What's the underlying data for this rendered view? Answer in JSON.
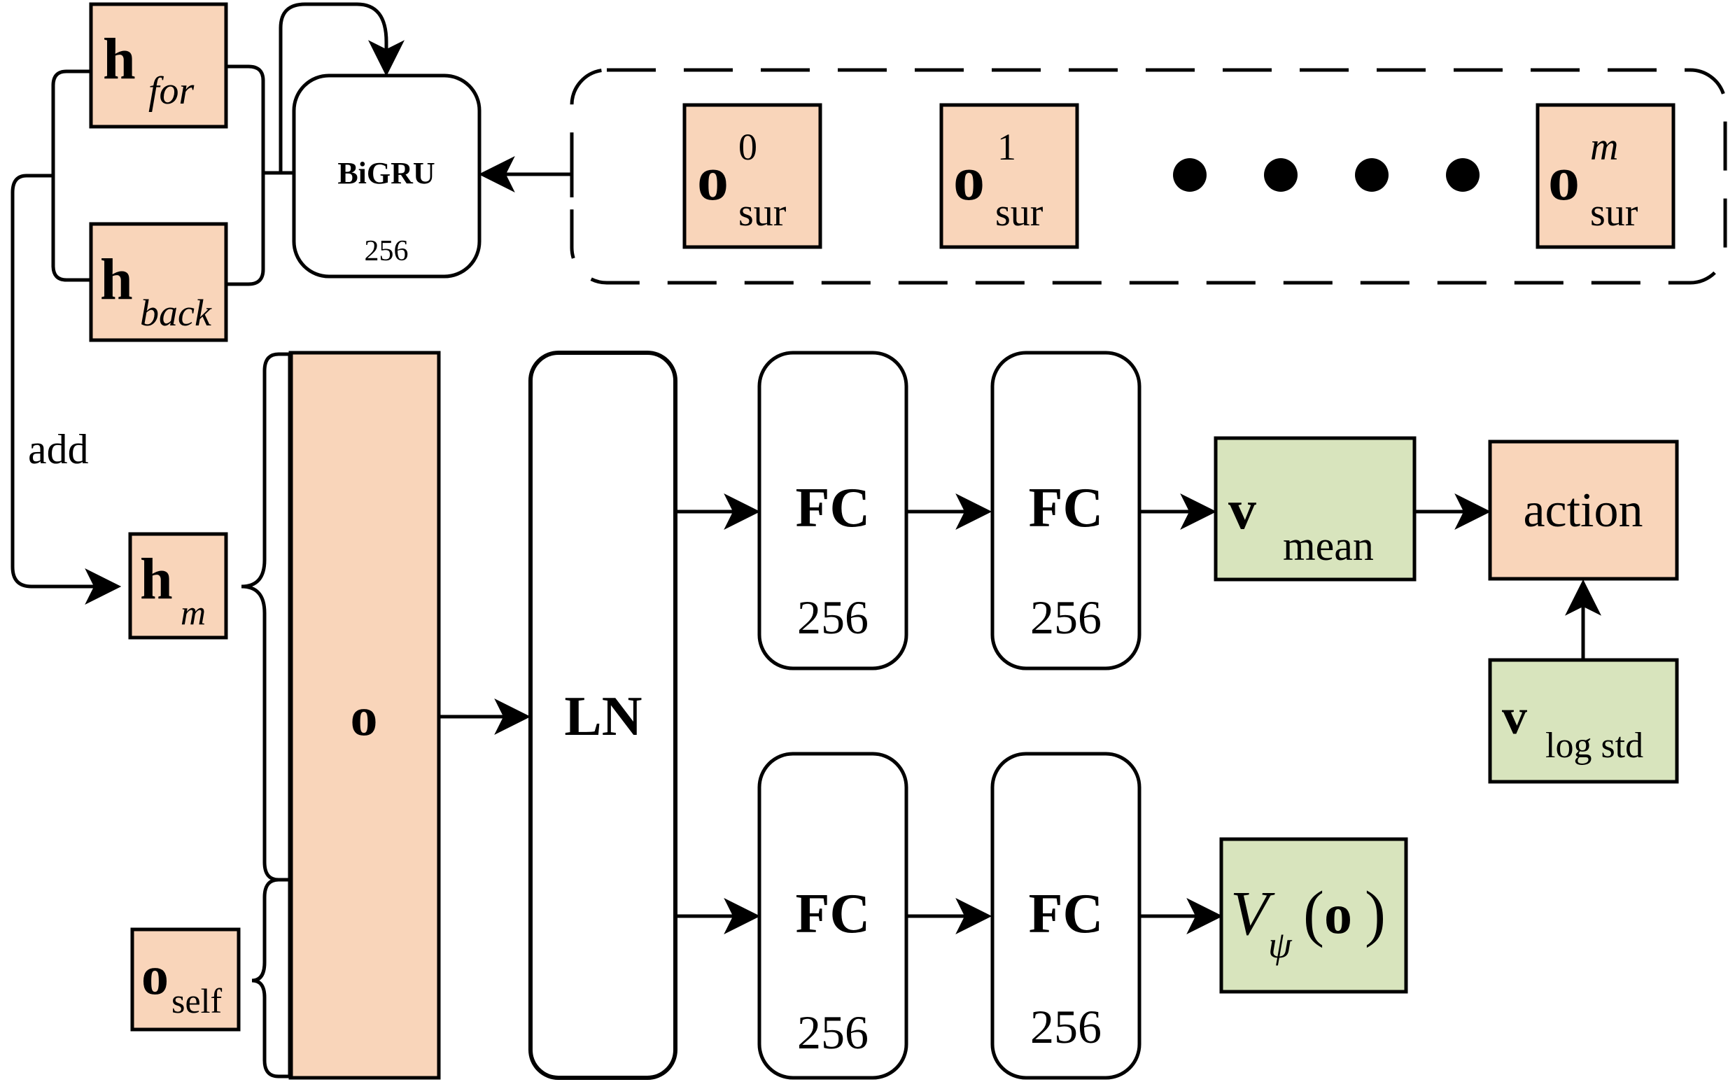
{
  "colors": {
    "peach": "#F9D5BA",
    "green": "#D8E4BD",
    "stroke": "#000000"
  },
  "rnn": {
    "h_for": {
      "base": "h",
      "sub": "for"
    },
    "h_back": {
      "base": "h",
      "sub": "back"
    },
    "bigru": {
      "title": "BiGRU",
      "units": "256"
    },
    "add_label": "add",
    "h_m": {
      "base": "h",
      "sub": "m"
    }
  },
  "surround": {
    "items": [
      {
        "base": "o",
        "sup": "0",
        "sub": "sur"
      },
      {
        "base": "o",
        "sup": "1",
        "sub": "sur"
      },
      {
        "base": "o",
        "sup": "m",
        "sub": "sur"
      }
    ]
  },
  "obs": {
    "o_self": {
      "base": "o",
      "sub": "self"
    },
    "o": "o"
  },
  "ln": "LN",
  "actor": {
    "fc1": {
      "title": "FC",
      "units": "256"
    },
    "fc2": {
      "title": "FC",
      "units": "256"
    },
    "v_mean": {
      "base": "v",
      "sub": "mean"
    },
    "action": "action",
    "v_logstd": {
      "base": "v",
      "sub": "log std"
    }
  },
  "critic": {
    "fc1": {
      "title": "FC",
      "units": "256"
    },
    "fc2": {
      "title": "FC",
      "units": "256"
    },
    "value": {
      "base": "V",
      "sub": "ψ",
      "arg_open": "(",
      "arg": "o",
      "arg_close": ")"
    }
  }
}
